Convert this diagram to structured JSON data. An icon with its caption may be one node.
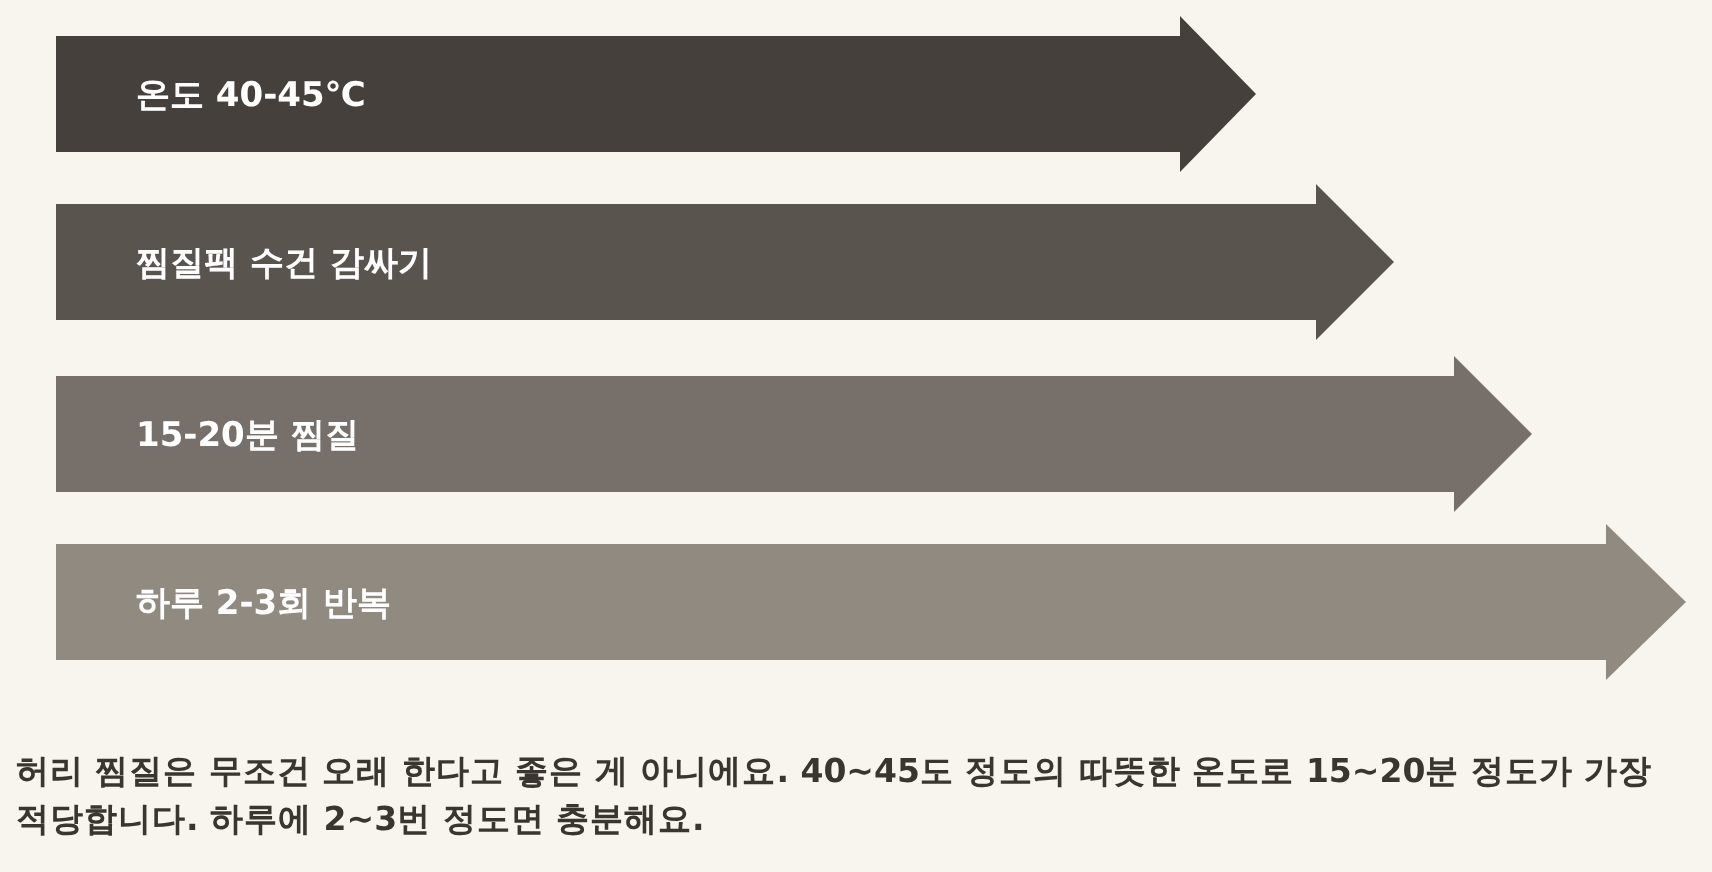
{
  "diagram": {
    "nodes": [
      {
        "text": [
          "온도 40-45℃"
        ]
      },
      {
        "text": [
          "찜질팩 수건 감싸기"
        ]
      },
      {
        "text": [
          "15-20분 찜질"
        ]
      },
      {
        "text": [
          "하루 2-3회 반복"
        ]
      }
    ],
    "caption": "허리 찜질은 무조건 오래 한다고 좋은 게 아니에요. 40~45도 정도의 따뜻한 온도로 15~20분 정도가 가장 적당합니다. 하루에 2~3번 정도면 충분해요."
  }
}
